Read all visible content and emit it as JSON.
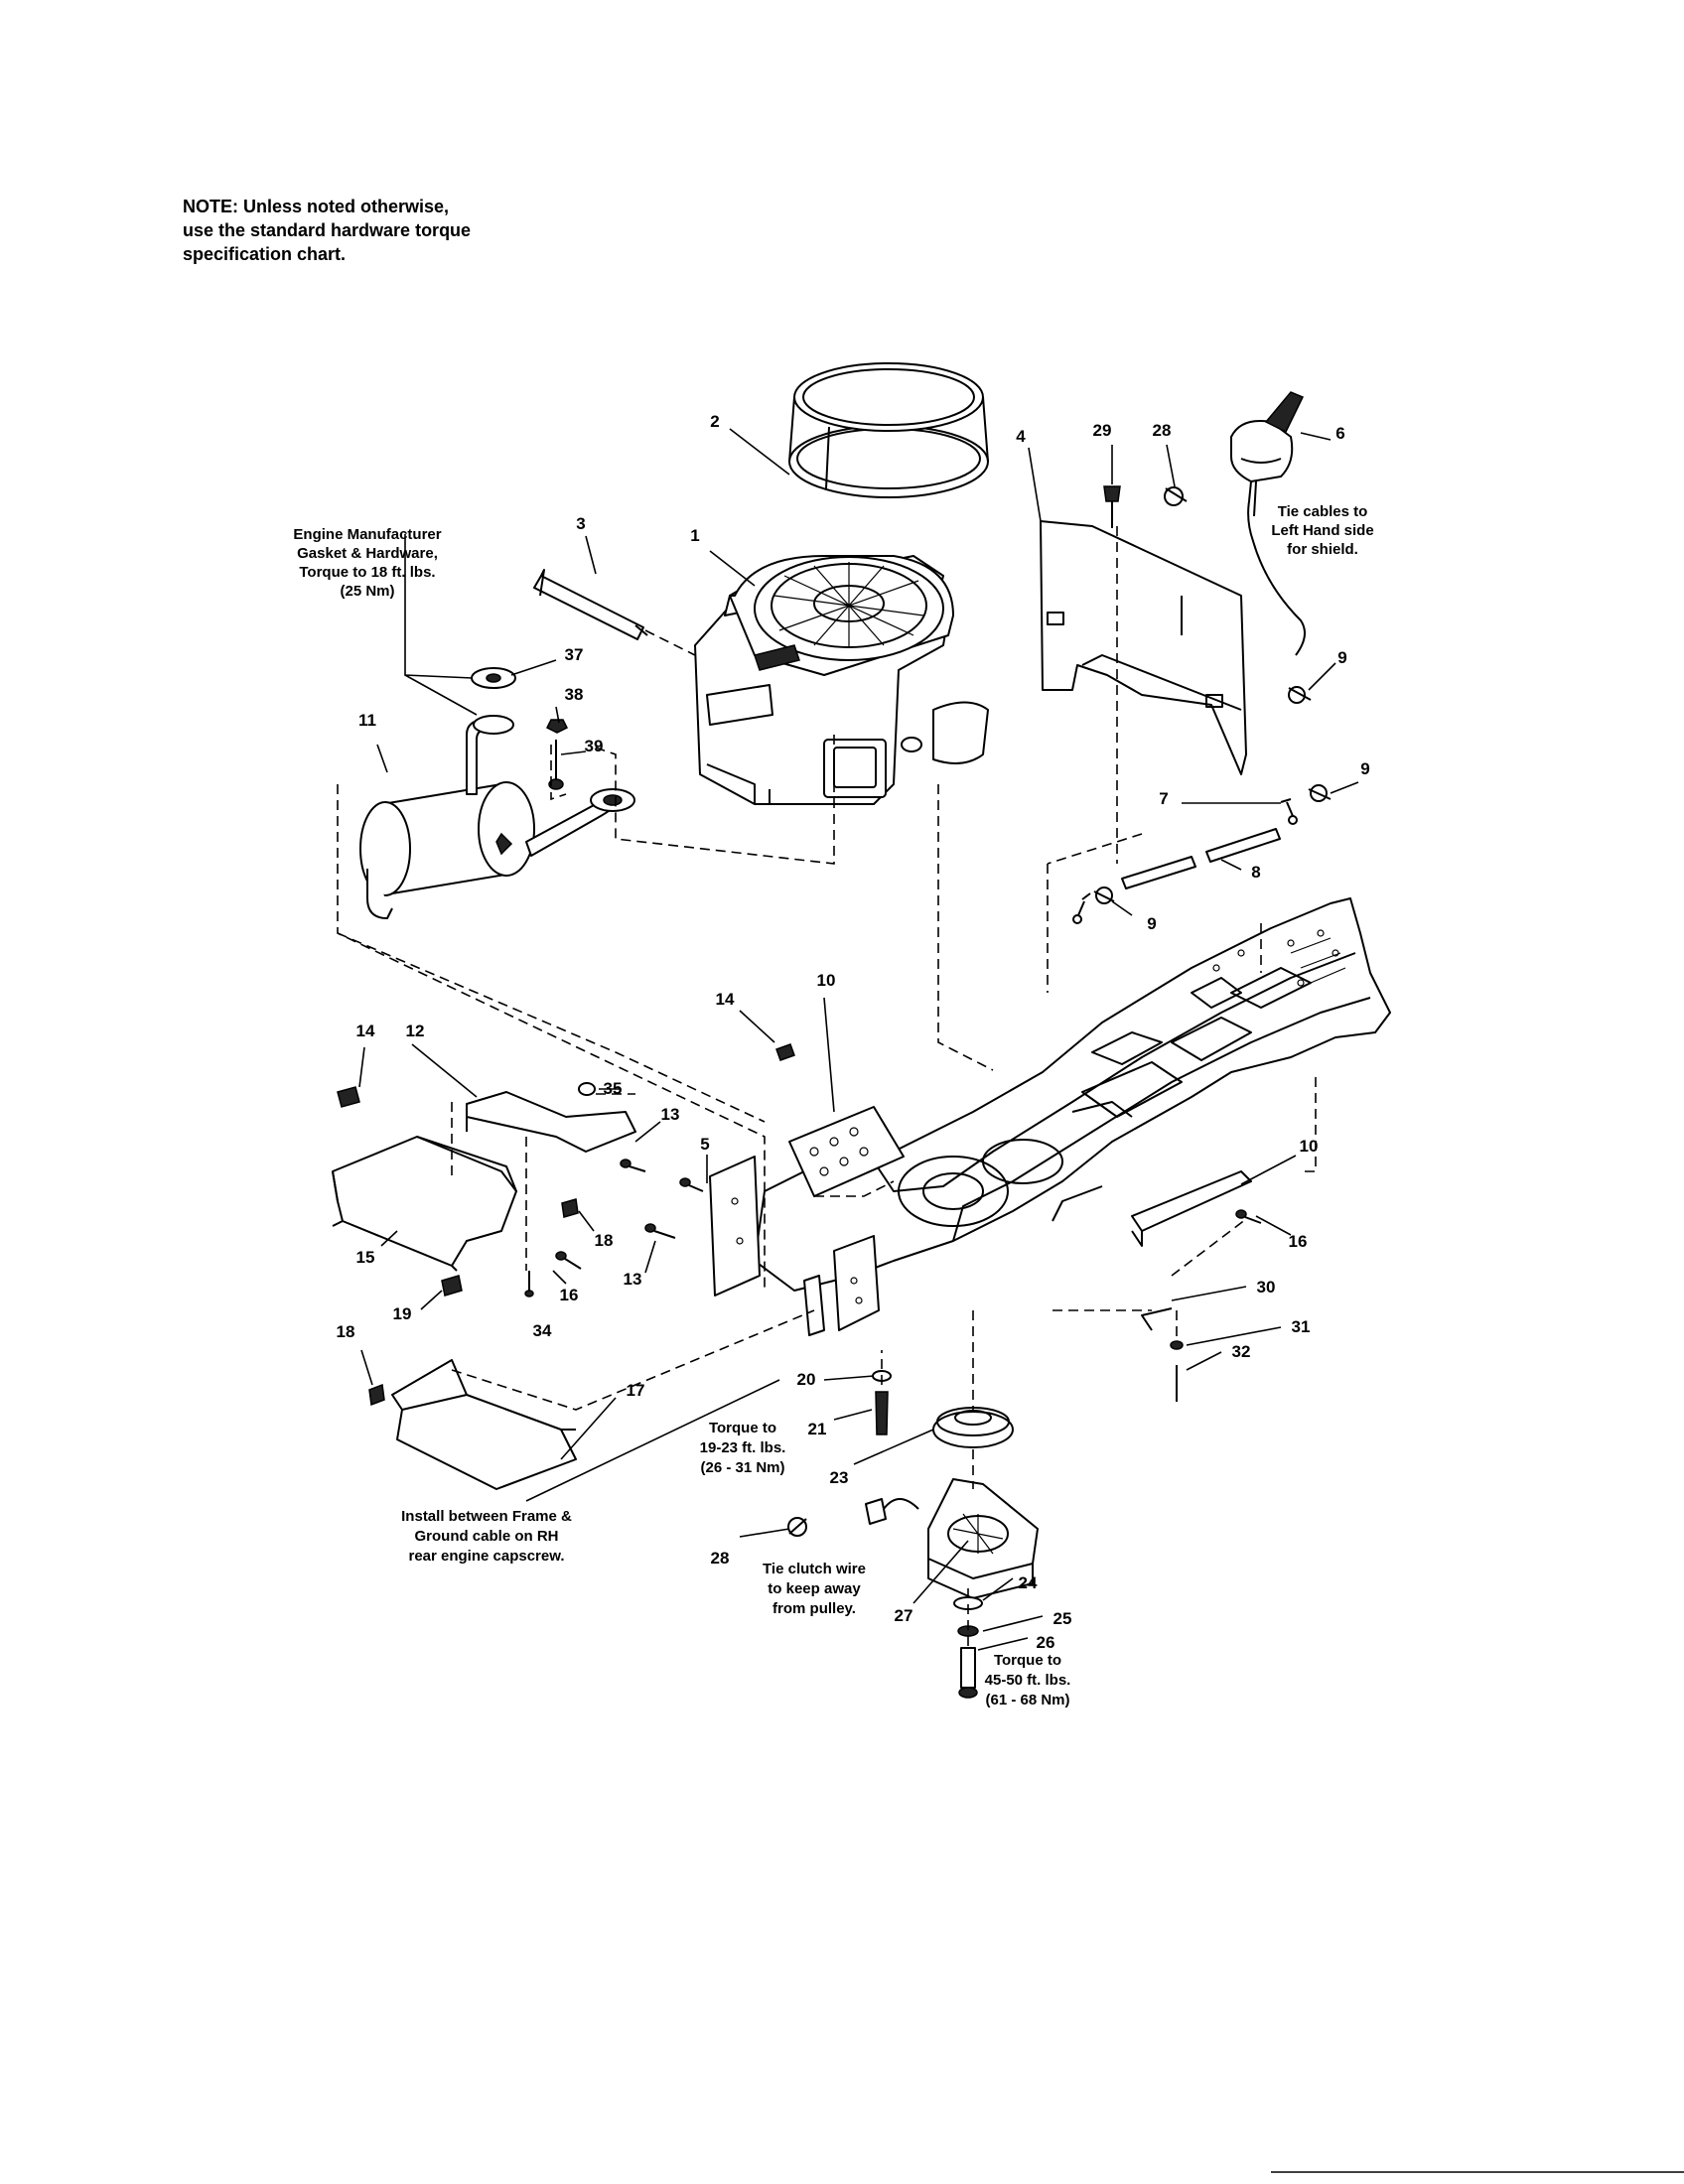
{
  "note": {
    "line1": "NOTE: Unless noted otherwise,",
    "line2": "use the standard hardware torque",
    "line3": "specification chart."
  },
  "annotations": {
    "engine_gasket": [
      "Engine Manufacturer",
      "Gasket & Hardware,",
      "Torque to 18 ft. lbs.",
      "(25 Nm)"
    ],
    "tie_cables": [
      "Tie cables to",
      "Left Hand side",
      "for shield."
    ],
    "torque_21": [
      "Torque to",
      "19-23 ft. lbs.",
      "(26 - 31 Nm)"
    ],
    "install_between": [
      "Install between Frame &",
      "Ground cable on RH",
      "rear engine capscrew."
    ],
    "tie_clutch": [
      "Tie clutch wire",
      "to keep away",
      "from pulley."
    ],
    "torque_26": [
      "Torque to",
      "45-50 ft. lbs.",
      "(61 - 68 Nm)"
    ]
  },
  "labels": {
    "l1": "1",
    "l2": "2",
    "l3": "3",
    "l4": "4",
    "l5": "5",
    "l6": "6",
    "l7": "7",
    "l8": "8",
    "l9a": "9",
    "l9b": "9",
    "l9c": "9",
    "l10a": "10",
    "l10b": "10",
    "l11": "11",
    "l12": "12",
    "l13a": "13",
    "l13b": "13",
    "l14a": "14",
    "l14b": "14",
    "l15": "15",
    "l16a": "16",
    "l16b": "16",
    "l17": "17",
    "l18a": "18",
    "l18b": "18",
    "l19": "19",
    "l20": "20",
    "l21": "21",
    "l23": "23",
    "l24": "24",
    "l25": "25",
    "l26": "26",
    "l27": "27",
    "l28a": "28",
    "l28b": "28",
    "l29": "29",
    "l30": "30",
    "l31": "31",
    "l32": "32",
    "l34": "34",
    "l35": "35",
    "l37": "37",
    "l38": "38",
    "l39": "39"
  }
}
